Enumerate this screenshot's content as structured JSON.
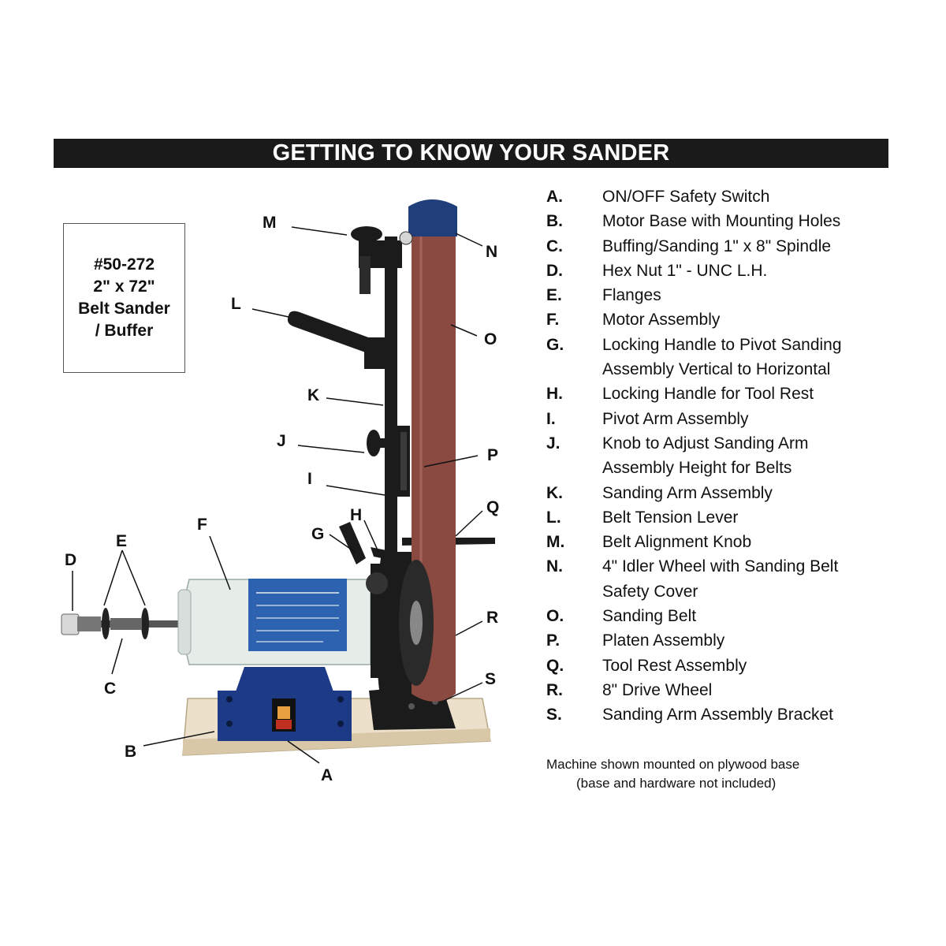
{
  "title": "GETTING TO KNOW YOUR SANDER",
  "model_box": {
    "lines": [
      "#50-272",
      "2\" x 72\"",
      "Belt Sander",
      "/ Buffer"
    ]
  },
  "callouts": [
    "M",
    "N",
    "L",
    "O",
    "K",
    "J",
    "P",
    "I",
    "Q",
    "H",
    "G",
    "F",
    "E",
    "D",
    "C",
    "R",
    "S",
    "B",
    "A"
  ],
  "legend": [
    {
      "letter": "A.",
      "lines": [
        "ON/OFF Safety Switch"
      ]
    },
    {
      "letter": "B.",
      "lines": [
        "Motor Base with Mounting Holes"
      ]
    },
    {
      "letter": "C.",
      "lines": [
        "Buffing/Sanding 1\" x 8\" Spindle"
      ]
    },
    {
      "letter": "D.",
      "lines": [
        "Hex Nut 1\" - UNC L.H."
      ]
    },
    {
      "letter": "E.",
      "lines": [
        "Flanges"
      ]
    },
    {
      "letter": "F.",
      "lines": [
        "Motor Assembly"
      ]
    },
    {
      "letter": "G.",
      "lines": [
        "Locking Handle to Pivot Sanding",
        "Assembly Vertical to Horizontal"
      ]
    },
    {
      "letter": "H.",
      "lines": [
        "Locking Handle for Tool Rest"
      ]
    },
    {
      "letter": "I.",
      "lines": [
        "Pivot Arm Assembly"
      ]
    },
    {
      "letter": "J.",
      "lines": [
        "Knob to Adjust Sanding Arm",
        "Assembly Height for Belts"
      ]
    },
    {
      "letter": "K.",
      "lines": [
        "Sanding Arm Assembly"
      ]
    },
    {
      "letter": "L.",
      "lines": [
        "Belt Tension Lever"
      ]
    },
    {
      "letter": "M.",
      "lines": [
        "Belt Alignment Knob"
      ]
    },
    {
      "letter": "N.",
      "lines": [
        "4\" Idler Wheel with Sanding Belt",
        "Safety Cover"
      ]
    },
    {
      "letter": "O.",
      "lines": [
        "Sanding Belt"
      ]
    },
    {
      "letter": "P.",
      "lines": [
        "Platen Assembly"
      ]
    },
    {
      "letter": "Q.",
      "lines": [
        "Tool Rest Assembly"
      ]
    },
    {
      "letter": "R.",
      "lines": [
        "8\" Drive Wheel"
      ]
    },
    {
      "letter": "S.",
      "lines": [
        "Sanding Arm Assembly Bracket"
      ]
    }
  ],
  "footnote": [
    "Machine shown mounted on plywood base",
    "(base and hardware not included)"
  ],
  "colors": {
    "title_bar": "#1a1a1a",
    "belt": "#8a4a42",
    "cover_blue": "#1f3e7a",
    "motor_body": "#e6ece8",
    "base_blue": "#1d3a86",
    "plywood": "#ece0cb",
    "frame_black": "#1b1b1b"
  }
}
